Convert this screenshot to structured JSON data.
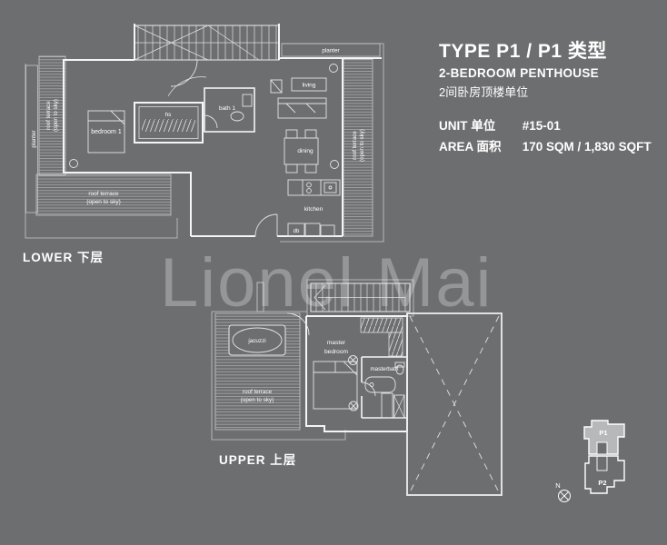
{
  "title_block": {
    "type_line": "TYPE P1  /  P1 类型",
    "subtitle_en": "2-BEDROOM PENTHOUSE",
    "subtitle_zh": "2间卧房顶楼单位",
    "unit_label": "UNIT 单位",
    "unit_value": "#15-01",
    "area_label": "AREA 面积",
    "area_value": "170 SQM / 1,830 SQFT"
  },
  "watermark": "Lionel Mai",
  "lower_plan": {
    "caption": "LOWER 下层",
    "labels": {
      "planter_left": "planter",
      "planter_top": "planter",
      "roof_terrace_line1": "roof terrace",
      "roof_terrace_line2": "(open to sky)",
      "bedroom1": "bedroom 1",
      "hs": "hs",
      "bath1": "bath 1",
      "living": "living",
      "dining": "dining",
      "kitchen": "kitchen",
      "db": "db"
    }
  },
  "upper_plan": {
    "caption": "UPPER 上层",
    "labels": {
      "jacuzzi": "jacuzzi",
      "roof_terrace_line1": "roof terrace",
      "roof_terrace_line2": "(open to sky)",
      "master_line1": "master",
      "master_line2": "bedroom",
      "masterbath": "masterbath"
    }
  },
  "key_plan": {
    "p1": "P1",
    "p2": "P2",
    "north": "N"
  },
  "colors": {
    "background": "#6d6e70",
    "wall_line": "#f5f5f6",
    "thin_line": "#c9cbcd",
    "highlight_fill": "#b7b8ba"
  }
}
